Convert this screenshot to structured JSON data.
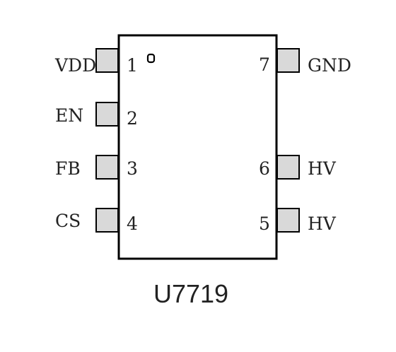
{
  "diagram": {
    "part_name": "U7719",
    "pins": [
      {
        "number": "1",
        "name": "VDD"
      },
      {
        "number": "2",
        "name": "EN"
      },
      {
        "number": "3",
        "name": "FB"
      },
      {
        "number": "4",
        "name": "CS"
      },
      {
        "number": "5",
        "name": "HV"
      },
      {
        "number": "6",
        "name": "HV"
      },
      {
        "number": "7",
        "name": "GND"
      }
    ],
    "colors": {
      "outline": "#000000",
      "pin_fill": "#d9d9d9",
      "text": "#222222",
      "background": "#ffffff"
    }
  }
}
